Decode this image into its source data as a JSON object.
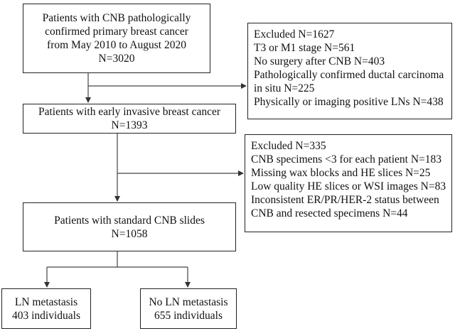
{
  "boxes": {
    "initial": {
      "lines": [
        "Patients with CNB pathologically",
        "confirmed primary breast cancer",
        "from May 2010 to August 2020",
        "N=3020"
      ]
    },
    "excluded1": {
      "lines": [
        "Excluded N=1627",
        "T3 or M1 stage N=561",
        "No surgery after CNB N=403",
        "Pathologically confirmed ductal carcinoma",
        "in situ N=225",
        "Physically or imaging positive LNs N=438"
      ]
    },
    "early": {
      "lines": [
        "Patients with early invasive breast cancer",
        "N=1393"
      ]
    },
    "excluded2": {
      "lines": [
        "Excluded N=335",
        "CNB specimens <3 for each patient N=183",
        "Missing wax blocks and HE slices N=25",
        "Low quality HE slices or WSI images N=83",
        "Inconsistent ER/PR/HER-2 status between",
        "CNB and resected specimens N=44"
      ]
    },
    "standard": {
      "lines": [
        "Patients with standard CNB slides",
        "N=1058"
      ]
    },
    "ln_meta": {
      "lines": [
        "LN metastasis",
        "403 individuals"
      ]
    },
    "no_ln_meta": {
      "lines": [
        "No LN metastasis",
        "655 individuals"
      ]
    }
  }
}
